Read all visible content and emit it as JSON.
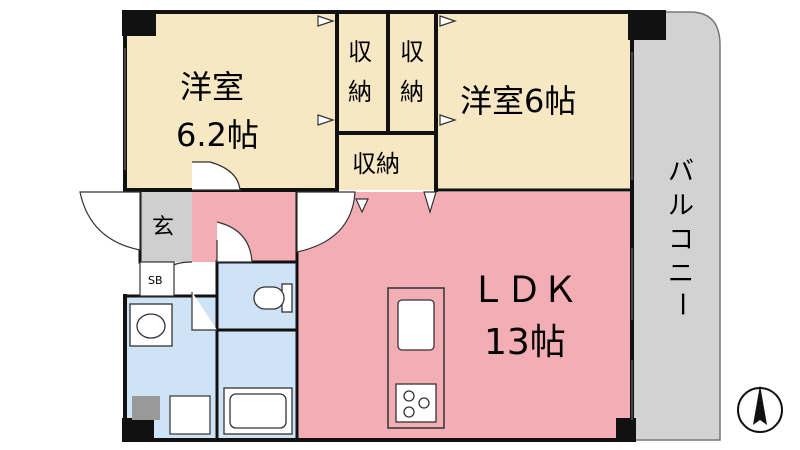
{
  "rooms": {
    "western1": {
      "name": "洋室",
      "size": "6.2帖"
    },
    "western2": {
      "name": "洋室6帖"
    },
    "closet1": "収納",
    "closet2": "収納",
    "closet3": "収納",
    "entrance": "玄",
    "shoe_box": "SB",
    "ldk": {
      "name": "ＬＤＫ",
      "size": "13帖"
    },
    "balcony": "バルコニー"
  },
  "colors": {
    "western": "#f7e8c4",
    "ldk": "#f3adb4",
    "wet": "#cfe3f6",
    "balcony": "#d2d2d2",
    "entrance": "#cfcfcf",
    "wall": "#111111"
  },
  "icons": [
    "north-arrow-icon",
    "sink-icon",
    "stove-icon",
    "toilet-icon",
    "bathtub-icon",
    "washbasin-icon"
  ]
}
